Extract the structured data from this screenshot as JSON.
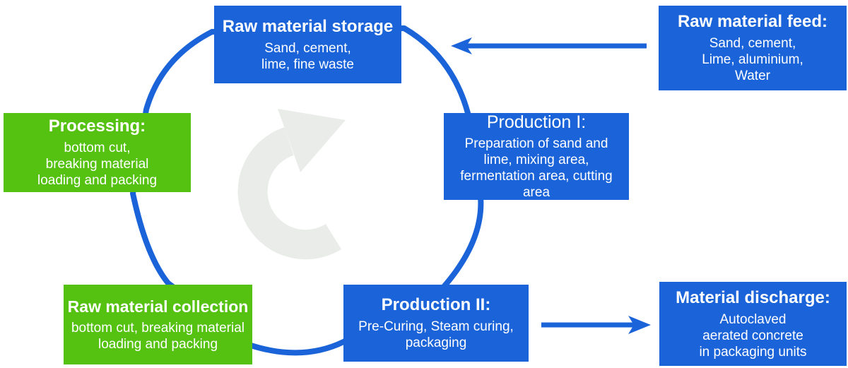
{
  "colors": {
    "box_blue": "#1b63d8",
    "box_green": "#55c212",
    "arrow_blue": "#1b63d8",
    "cycle_arrow_gray": "#e9ece9",
    "text": "#ffffff"
  },
  "boxes": {
    "raw_material_storage": {
      "title": "Raw material storage",
      "body": "Sand, cement,\nlime, fine waste"
    },
    "raw_material_feed": {
      "title": "Raw material feed:",
      "body": "Sand, cement,\nLime, aluminium,\nWater"
    },
    "processing": {
      "title": "Processing:",
      "body": "bottom cut,\nbreaking material\nloading and packing"
    },
    "production_1": {
      "title": "Production I:",
      "body": "Preparation of sand and\nlime, mixing area,\nfermentation area, cutting area"
    },
    "raw_material_collection": {
      "title": "Raw material collection",
      "body": "bottom cut, breaking material\nloading and packing"
    },
    "production_2": {
      "title": "Production II:",
      "body": "Pre-Curing, Steam curing,\npackaging"
    },
    "material_discharge": {
      "title": "Material discharge:",
      "body": "Autoclaved\naerated concrete\nin packaging units"
    }
  }
}
